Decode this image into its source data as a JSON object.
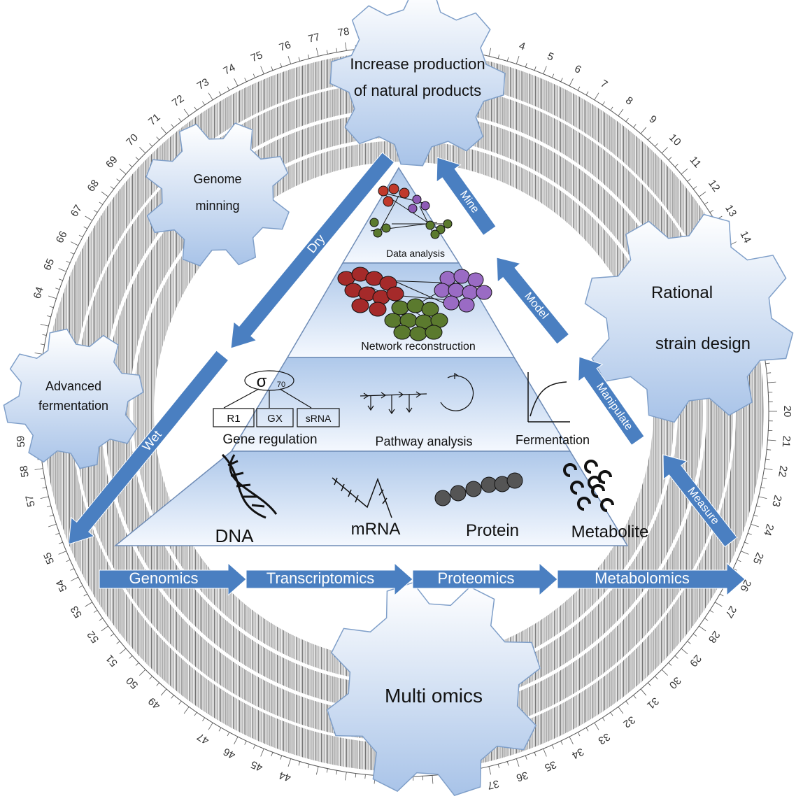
{
  "gears": {
    "top": "Increase production of natural products",
    "top_line1": "Increase production",
    "top_line2": "of natural products",
    "genome_line1": "Genome",
    "genome_line2": "minning",
    "ferment_line1": "Advanced",
    "ferment_line2": "fermentation",
    "rational_line1": "Rational",
    "rational_line2": "strain design",
    "multi": "Multi omics"
  },
  "pyramid": {
    "tier1": "Data analysis",
    "tier2": "Network reconstruction",
    "tier3_gene_regulation": "Gene regulation",
    "tier3_pathway": "Pathway analysis",
    "tier3_fermentation": "Fermentation",
    "sigma": "σ",
    "sigma_sub": "70",
    "box_r1": "R1",
    "box_gx": "GX",
    "box_srna": "sRNA",
    "tier4_dna": "DNA",
    "tier4_mrna": "mRNA",
    "tier4_protein": "Protein",
    "tier4_metabolite": "Metabolite"
  },
  "cycle_arrows": {
    "mine": "Mine",
    "model": "Model",
    "manipulate": "Manipulate",
    "measure": "Measure",
    "dry": "Dry",
    "wet": "Wet"
  },
  "omics_flow": [
    "Genomics",
    "Transcriptomics",
    "Proteomics",
    "Metabolomics"
  ],
  "ring_numbers": [
    "4",
    "5",
    "6",
    "7",
    "8",
    "9",
    "10",
    "11",
    "12",
    "13",
    "14",
    "20",
    "21",
    "22",
    "23",
    "24",
    "25",
    "26",
    "27",
    "28",
    "29",
    "30",
    "31",
    "32",
    "33",
    "34",
    "35",
    "36",
    "37",
    "44",
    "45",
    "46",
    "47",
    "49",
    "50",
    "51",
    "52",
    "53",
    "54",
    "55",
    "57",
    "58",
    "59",
    "64",
    "65",
    "66",
    "67",
    "68",
    "69",
    "70",
    "71",
    "72",
    "73",
    "74",
    "75",
    "76",
    "77",
    "78"
  ],
  "colors": {
    "arrow_blue": "#4a7fc1",
    "gear_top": "#ffffff",
    "gear_bottom": "#a8c3e8",
    "ring_gray": "#8a8a8a"
  }
}
